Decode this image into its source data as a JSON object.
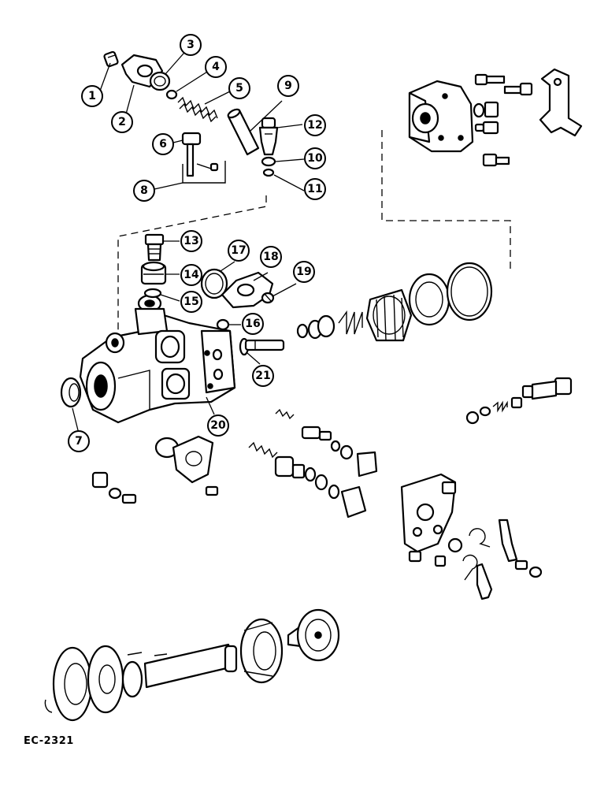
{
  "figure_code": "EC-2321",
  "callouts": [
    "1",
    "2",
    "3",
    "4",
    "5",
    "6",
    "7",
    "8",
    "9",
    "10",
    "11",
    "12",
    "13",
    "14",
    "15",
    "16",
    "17",
    "18",
    "19",
    "20",
    "21"
  ]
}
